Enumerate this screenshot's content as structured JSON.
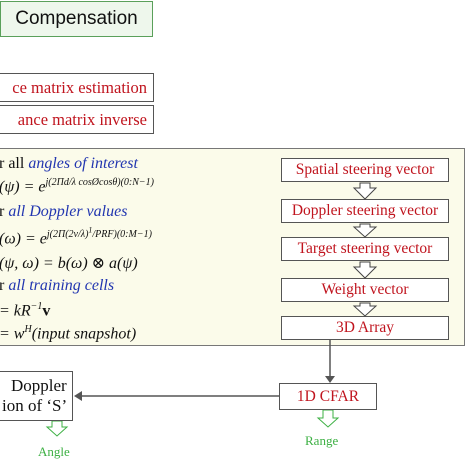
{
  "compensation": "Compensation",
  "estimation": "ce matrix estimation",
  "inverse": "ance matrix inverse",
  "algorithm": {
    "l1_prefix": "r all ",
    "l1_text": "angles of interest",
    "l2_lhs": "(ψ) = e",
    "l2_exp": "j(2Π",
    "l2_frac_num": "d",
    "l2_frac_den": "λ",
    "l2_exp_rest": " cosØcosθ)(0:N−1)",
    "l3_prefix": "r ",
    "l3_text": "all Doppler values",
    "l4_lhs": "(ω) = e",
    "l4_exp": "j(2Π(2v/λ)",
    "l4_exp_rest": "1",
    "l4_exp_tail": "/PRF)(0:M−1)",
    "l5": "(ψ, ω) = b(ω) ⊗ a(ψ)",
    "l6_prefix": "r ",
    "l6_text": "all training  cells",
    "l7_lhs": "= kR",
    "l7_sup": "−1",
    "l7_rhs": "v",
    "l8_lhs": "= w",
    "l8_sup": "H",
    "l8_rhs": "(input snapshot)"
  },
  "steps": [
    "Spatial steering vector",
    "Doppler steering vector",
    "Target steering vector",
    "Weight vector",
    "3D Array"
  ],
  "cfar": "1D CFAR",
  "doppler_line1": "Doppler",
  "doppler_line2": "ion of ‘S’",
  "angle_label": "Angle",
  "range_label": "Range"
}
